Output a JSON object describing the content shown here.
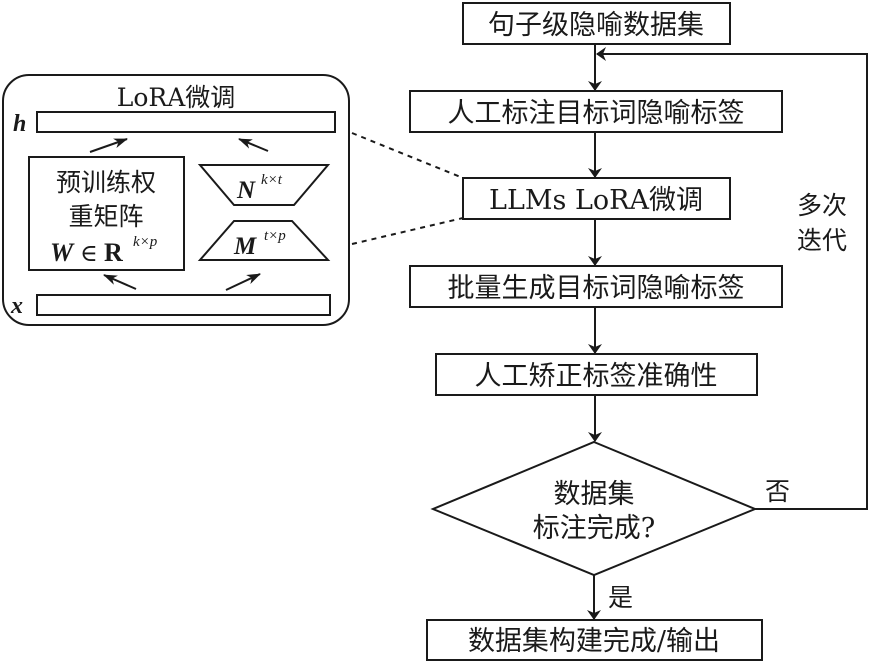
{
  "flowchart": {
    "steps": [
      {
        "id": "dataset",
        "label": "句子级隐喻数据集"
      },
      {
        "id": "manual-label",
        "label": "人工标注目标词隐喻标签"
      },
      {
        "id": "lora-finetune",
        "label": "LLMs LoRA微调"
      },
      {
        "id": "batch-generate",
        "label": "批量生成目标词隐喻标签"
      },
      {
        "id": "manual-correct",
        "label": "人工矫正标签准确性"
      },
      {
        "id": "output",
        "label": "数据集构建完成/输出"
      }
    ],
    "decision": {
      "line1": "数据集",
      "line2": "标注完成?",
      "yes_label": "是",
      "no_label": "否"
    },
    "loop_label": {
      "line1": "多次",
      "line2": "迭代"
    }
  },
  "lora_panel": {
    "title": "LoRA微调",
    "h_label": "h",
    "x_label": "x",
    "weight_box": {
      "line1": "预训练权",
      "line2": "重矩阵",
      "math_W": "W",
      "math_in": "∈",
      "math_R": "R",
      "math_sup": "k×p"
    },
    "matrix_N": {
      "base": "N",
      "sup": "k×t"
    },
    "matrix_M": {
      "base": "M",
      "sup": "t×p"
    }
  }
}
